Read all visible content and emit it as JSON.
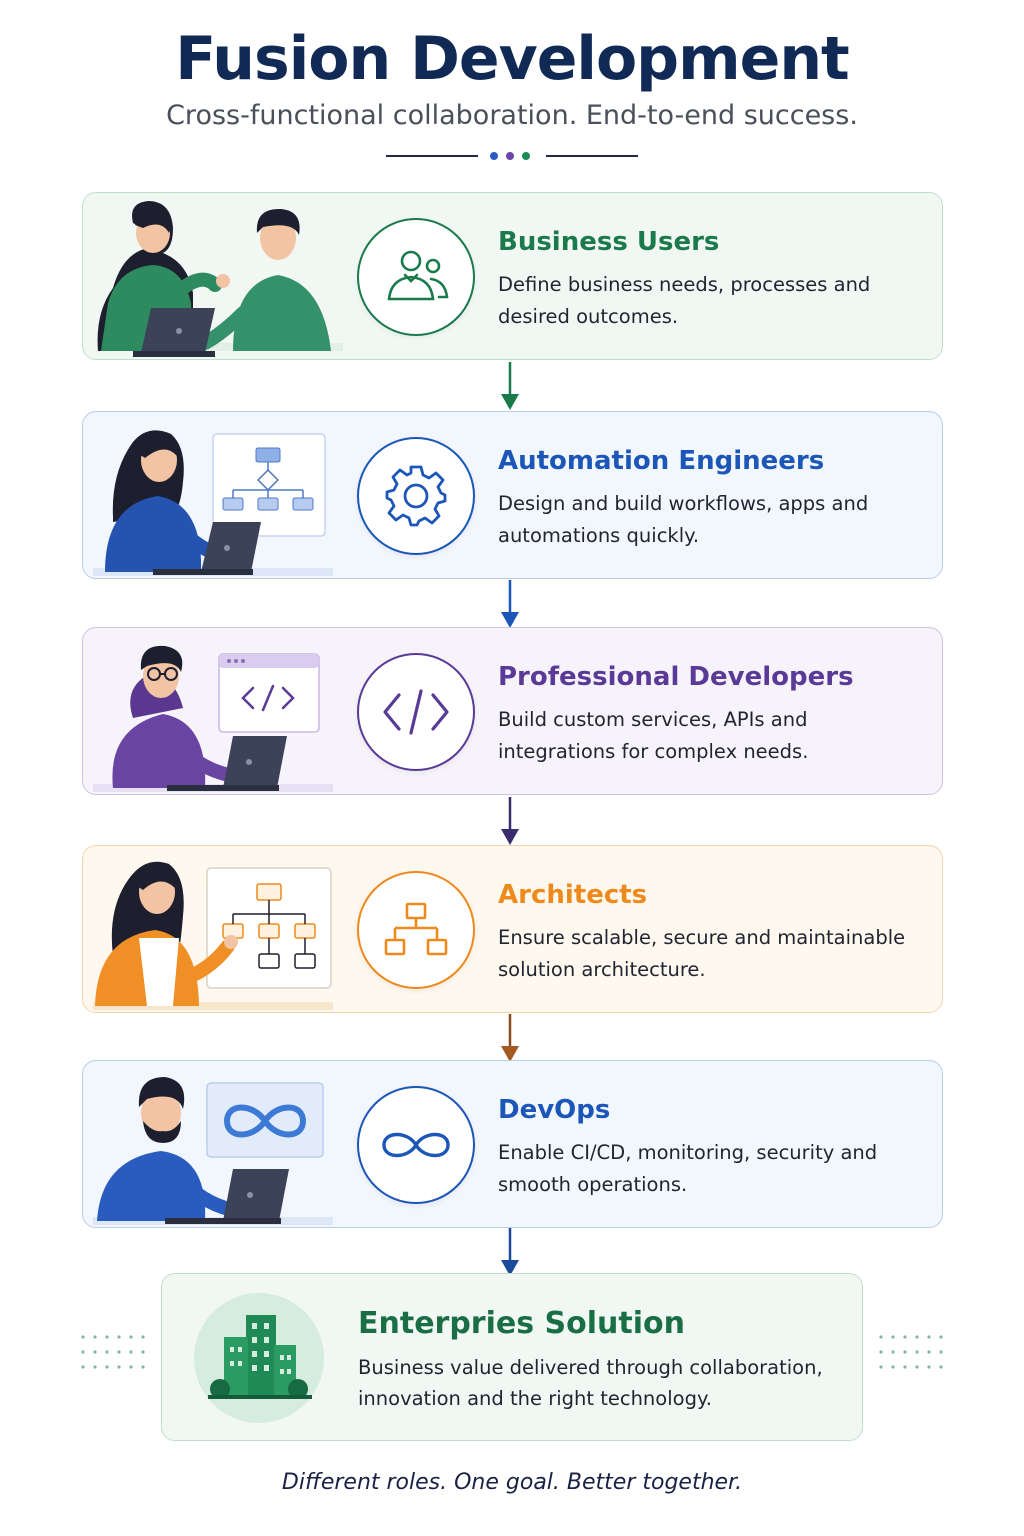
{
  "header": {
    "title": "Fusion Development",
    "subtitle": "Cross-functional collaboration. End-to-end success."
  },
  "colors": {
    "green": "#1a7a4c",
    "blue": "#1b56b8",
    "purple": "#5a3a96",
    "orange": "#ee8a1c",
    "navy": "#112a55"
  },
  "roles": [
    {
      "title": "Business Users",
      "description": "Define business needs, processes and desired outcomes.",
      "icon": "users-icon"
    },
    {
      "title": "Automation Engineers",
      "description": "Design and build workflows, apps and automations quickly.",
      "icon": "gear-icon"
    },
    {
      "title": "Professional Developers",
      "description": "Build custom services, APIs and integrations for complex needs.",
      "icon": "code-icon"
    },
    {
      "title": "Architects",
      "description": "Ensure scalable, secure and maintainable solution architecture.",
      "icon": "hierarchy-icon"
    },
    {
      "title": "DevOps",
      "description": "Enable CI/CD, monitoring, security and smooth operations.",
      "icon": "infinity-icon"
    }
  ],
  "outcome": {
    "title": "Enterpries Solution",
    "description": "Business value delivered through collaboration, innovation and the right technology.",
    "icon": "building-icon"
  },
  "tagline": "Different roles. One goal. Better together."
}
